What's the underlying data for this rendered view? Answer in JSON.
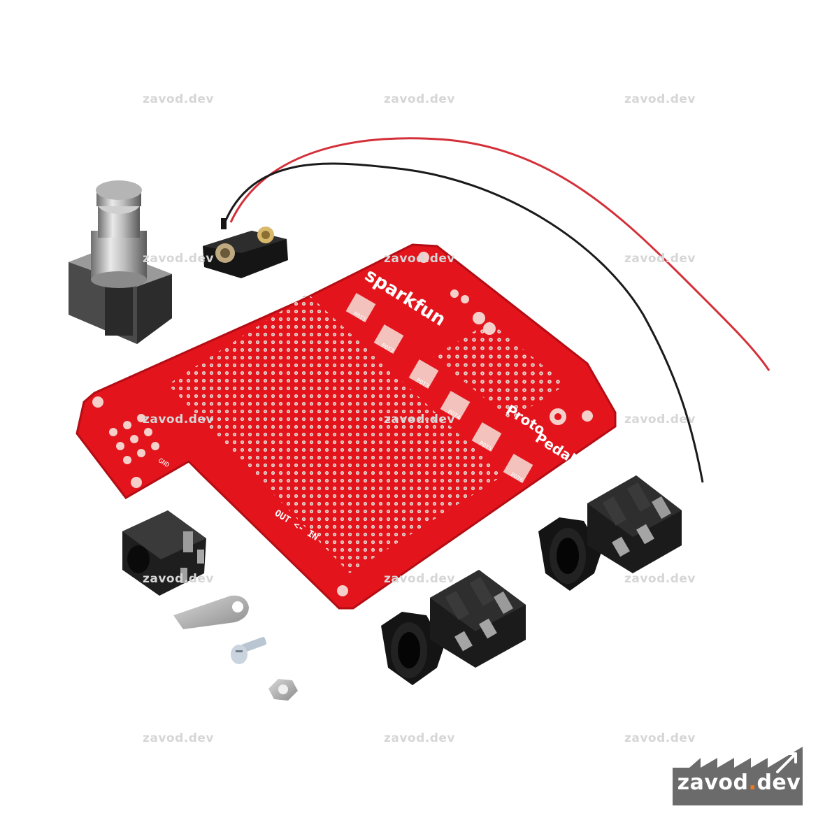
{
  "watermark": {
    "text": "zavod.dev",
    "color": "#d6d6d6"
  },
  "board": {
    "brand": "sparkfun",
    "product_line1": "Proto",
    "product_line2": "Pedal",
    "pot_labels": [
      "POT1",
      "POT2",
      "POT3",
      "POT4",
      "POT5",
      "POT6"
    ],
    "out_in_label": "OUT <- IN",
    "gnd_label": "GND",
    "color": "#e3141c"
  },
  "badge": {
    "name": "zavod",
    "dot": ".",
    "tld": "dev",
    "color": "#6b6b6b",
    "accent": "#f07a1a"
  },
  "components": {
    "footswitch": "footswitch-icon",
    "battery_clip": "battery-clip-icon",
    "dc_jack": "dc-jack-icon",
    "audio_jack": "audio-jack-icon",
    "lug": "ground-lug-icon",
    "screw": "screw-icon",
    "nut": "hex-nut-icon"
  }
}
